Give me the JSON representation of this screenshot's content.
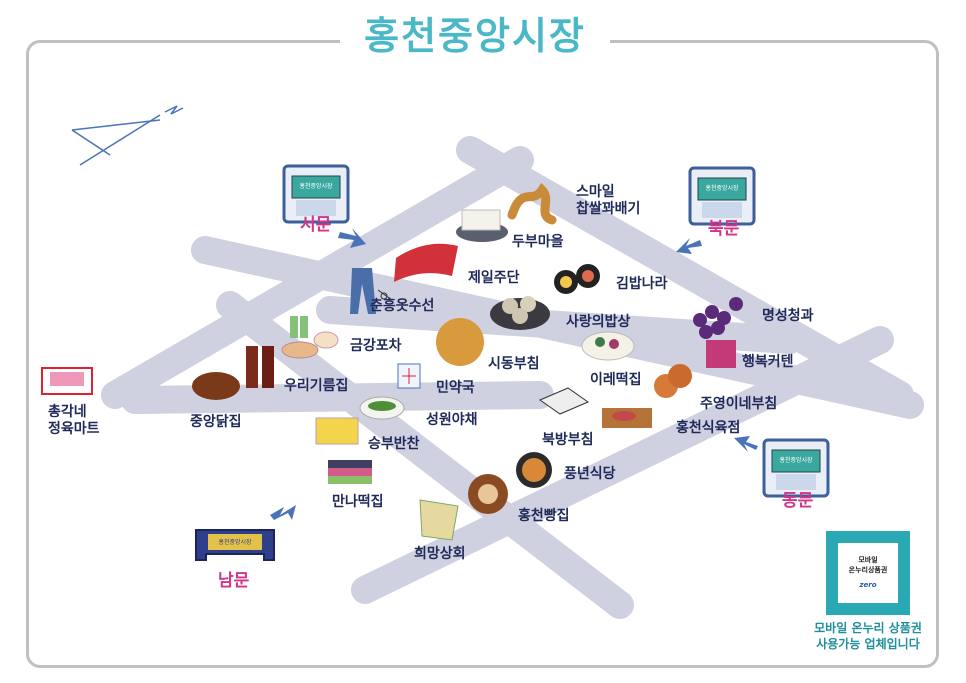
{
  "title": "홍천중앙시장",
  "gates": {
    "west": "서문",
    "north": "북문",
    "east": "동문",
    "south": "남문"
  },
  "shops": {
    "smile": "스마일\n찹쌀꽈배기",
    "dubu": "두부마을",
    "jeil": "제일주단",
    "kimbap": "김밥나라",
    "chunhong": "춘흥옷수선",
    "myeongseong": "명성청과",
    "sarang": "사랑의밥상",
    "geumgang": "금강포차",
    "sidong": "시동부침",
    "haengbok": "행복커텐",
    "ire": "이레떡집",
    "uri": "우리기름집",
    "minyak": "민약국",
    "juyoung": "주영이네부침",
    "jungang": "중앙닭집",
    "seongwon": "성원야채",
    "bukbang": "북방부침",
    "hongcheon_sik": "홍천식육점",
    "chonggak": "총각네\n정육마트",
    "seungbu": "승부반찬",
    "pungnyeon": "풍년식당",
    "manna": "만나떡집",
    "hongcheon_bang": "홍천빵집",
    "huimang": "희망상회"
  },
  "gate_signs": {
    "west": "홍천중앙시장",
    "north": "홍천중앙시장",
    "east": "홍천중앙시장",
    "south": "홍천중앙시장"
  },
  "badge": {
    "line1": "모바일",
    "line2": "온누리상품권",
    "logo": "zero",
    "caption1": "모바일 온누리 상품권",
    "caption2": "사용가능 업체입니다"
  },
  "colors": {
    "road": "#cfd0e0",
    "title": "#4ab8c7",
    "gate_label": "#d0358a",
    "label": "#1f2a5a",
    "arrow": "#4a73b8",
    "badge": "#2aa9b5"
  }
}
